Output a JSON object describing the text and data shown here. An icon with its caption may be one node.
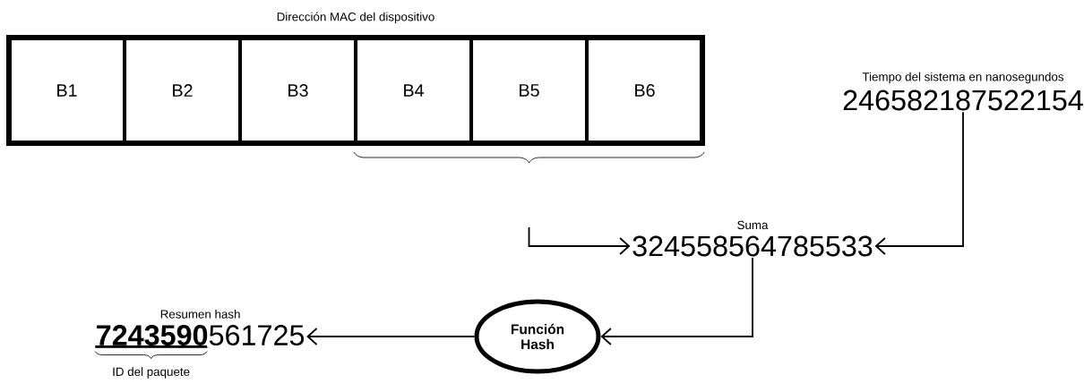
{
  "diagram": {
    "nodes": [
      {
        "text": [
          "Dirección MAC del dispositivo"
        ]
      },
      {
        "text": [
          "B1"
        ],
        "in": 0
      },
      {
        "text": [
          "B2"
        ],
        "in": 0
      },
      {
        "text": [
          "B3"
        ],
        "in": 0
      },
      {
        "text": [
          "B4"
        ],
        "in": 0
      },
      {
        "text": [
          "B5"
        ],
        "in": 0
      },
      {
        "text": [
          "B6"
        ],
        "in": 0
      },
      {
        "text": [
          "Tiempo del sistema en nanosegundos",
          "246582187522154"
        ]
      },
      {
        "text": [
          "Suma",
          "324558564785533"
        ]
      },
      {
        "text": [
          "Función Hash"
        ]
      },
      {
        "text": [
          "Resumen hash",
          "**7243590**561725"
        ]
      }
    ],
    "edges": [
      {
        "from": null,
        "to": 8,
        "arrow": "to"
      },
      {
        "from": 7,
        "to": 8,
        "arrow": "to"
      },
      {
        "from": 8,
        "to": 9,
        "arrow": "to"
      },
      {
        "from": 9,
        "to": 10,
        "arrow": "to"
      }
    ],
    "labels": [
      "ID del paquete"
    ]
  }
}
